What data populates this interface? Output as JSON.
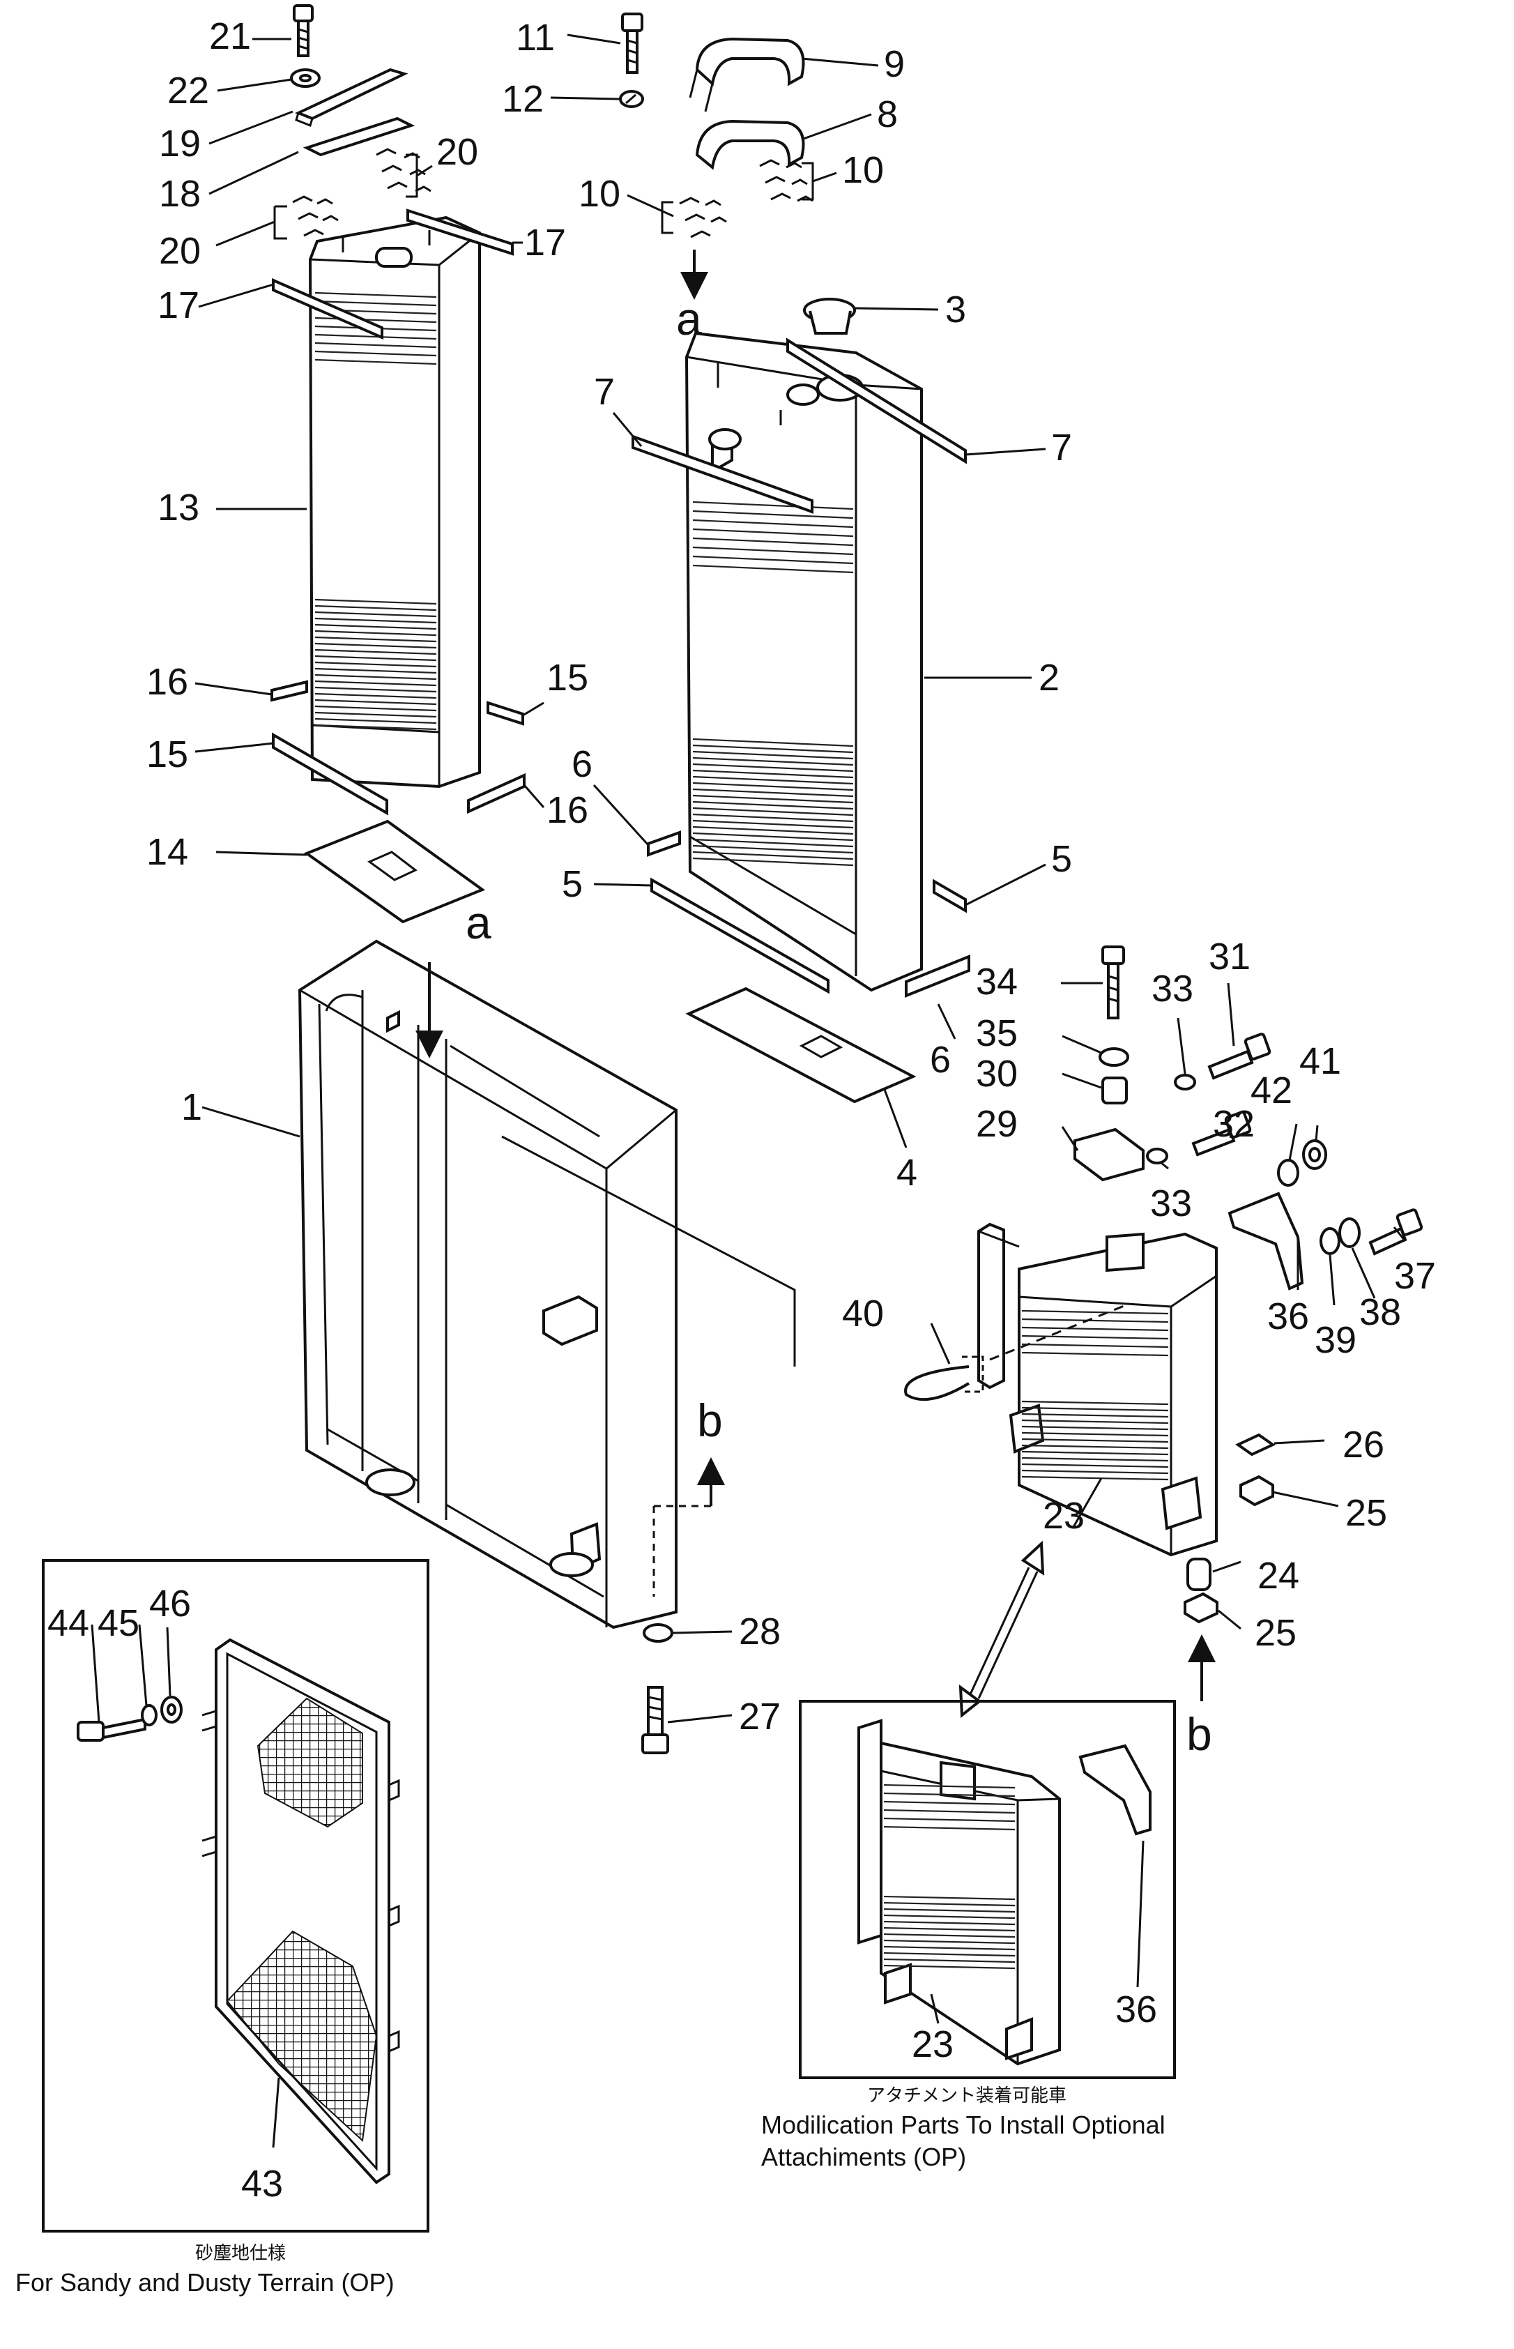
{
  "labels": {
    "p1": "1",
    "p2": "2",
    "p3": "3",
    "p4": "4",
    "p5a": "5",
    "p5b": "5",
    "p6a": "6",
    "p6b": "6",
    "p7a": "7",
    "p7b": "7",
    "p8": "8",
    "p9": "9",
    "p10a": "10",
    "p10b": "10",
    "p11": "11",
    "p12": "12",
    "p13": "13",
    "p14": "14",
    "p15a": "15",
    "p15b": "15",
    "p16a": "16",
    "p16b": "16",
    "p17a": "17",
    "p17b": "17",
    "p18": "18",
    "p19": "19",
    "p20a": "20",
    "p20b": "20",
    "p21": "21",
    "p22": "22",
    "p23a": "23",
    "p23b": "23",
    "p24": "24",
    "p25a": "25",
    "p25b": "25",
    "p26": "26",
    "p27": "27",
    "p28": "28",
    "p29": "29",
    "p30": "30",
    "p31": "31",
    "p32": "32",
    "p33a": "33",
    "p33b": "33",
    "p34": "34",
    "p35": "35",
    "p36a": "36",
    "p36b": "36",
    "p37": "37",
    "p38": "38",
    "p39": "39",
    "p40": "40",
    "p41": "41",
    "p42": "42",
    "p43": "43",
    "p44": "44",
    "p45": "45",
    "p46": "46"
  },
  "refs": {
    "a1": "a",
    "a2": "a",
    "b1": "b",
    "b2": "b"
  },
  "captions": {
    "sandy_jp": "砂塵地仕様",
    "sandy_en": "For Sandy and Dusty Terrain (OP)",
    "attach_jp": "アタチメント装着可能車",
    "attach_en_1": "Modilication Parts To Install Optional",
    "attach_en_2": "Attachiments (OP)"
  },
  "colors": {
    "ink": "#111111",
    "paper": "#ffffff"
  }
}
